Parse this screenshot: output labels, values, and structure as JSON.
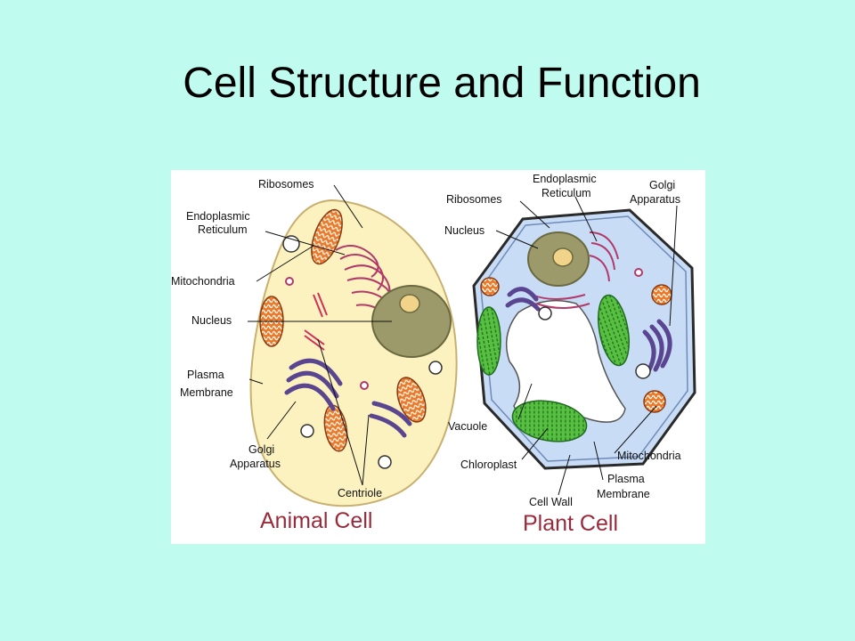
{
  "slide": {
    "title": "Cell Structure and Function"
  },
  "animal_cell": {
    "caption": "Animal Cell",
    "labels": {
      "ribosomes": "Ribosomes",
      "er_1": "Endoplasmic",
      "er_2": "Reticulum",
      "mitochondria": "Mitochondria",
      "nucleus": "Nucleus",
      "plasma_1": "Plasma",
      "plasma_2": "Membrane",
      "golgi_1": "Golgi",
      "golgi_2": "Apparatus",
      "centriole": "Centriole"
    }
  },
  "plant_cell": {
    "caption": "Plant Cell",
    "labels": {
      "er_1": "Endoplasmic",
      "er_2": "Reticulum",
      "ribosomes": "Ribosomes",
      "golgi_1": "Golgi",
      "golgi_2": "Apparatus",
      "nucleus": "Nucleus",
      "vacuole": "Vacuole",
      "mitochondria": "Mitochondria",
      "chloroplast": "Chloroplast",
      "plasma_1": "Plasma",
      "plasma_2": "Membrane",
      "cell_wall": "Cell Wall"
    }
  },
  "colors": {
    "background": "#c0fbf0",
    "animal_cytoplasm": "#fbf2c0",
    "plant_cytoplasm": "#c9dcf6",
    "nucleus": "#9c9a6a",
    "mitochondria": "#e87a2e",
    "golgi": "#5a4590",
    "chloroplast": "#58c040",
    "caption": "#9a2a3a"
  }
}
